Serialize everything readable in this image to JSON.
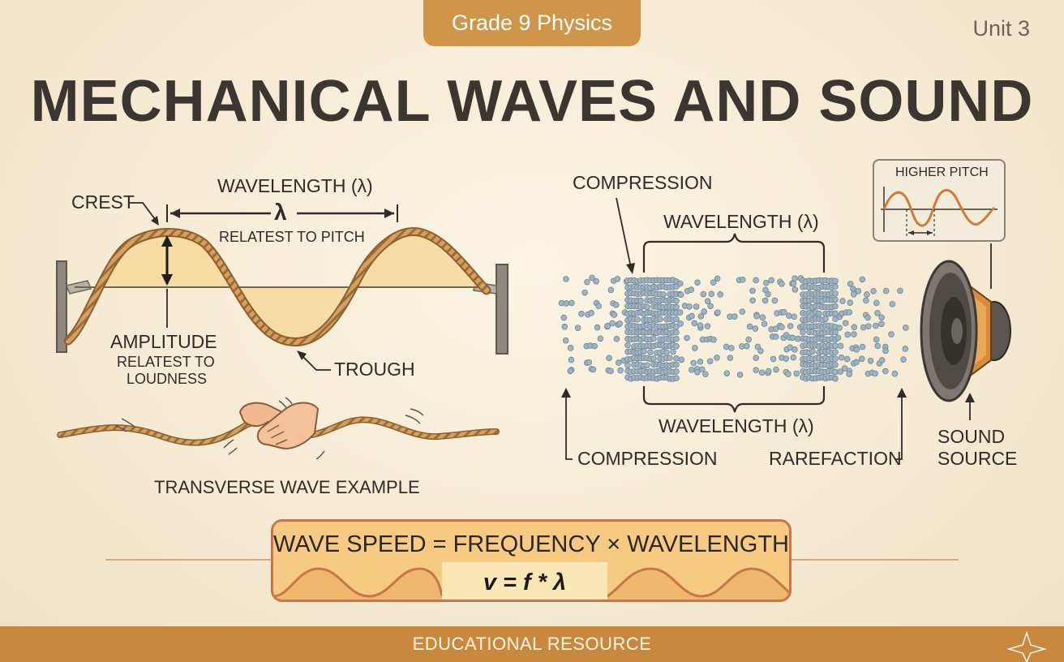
{
  "header": {
    "badge": "Grade 9 Physics",
    "unit": "Unit 3",
    "title": "MECHANICAL WAVES AND SOUND"
  },
  "transverse": {
    "crest": "CREST",
    "wavelength": "WAVELENGTH (λ)",
    "lambda": "λ",
    "pitch_note": "RELATEST TO PITCH",
    "amplitude": "AMPLITUDE",
    "loudness_note_1": "RELATEST TO",
    "loudness_note_2": "LOUDNESS",
    "trough": "TROUGH",
    "example": "TRANSVERSE WAVE EXAMPLE"
  },
  "longitudinal": {
    "compression_top": "COMPRESSION",
    "wavelength_top": "WAVELENGTH (λ)",
    "wavelength_bottom": "WAVELENGTH (λ)",
    "compression_bottom": "COMPRESSION",
    "rarefaction": "RAREFACTION",
    "higher_pitch": "HIGHER PITCH",
    "sound_source_1": "SOUND",
    "sound_source_2": "SOURCE"
  },
  "formula": {
    "words": "WAVE SPEED = FREQUENCY × WAVELENGTH",
    "symbols": "v = f * λ"
  },
  "footer": {
    "label": "EDUCATIONAL RESOURCE"
  },
  "colors": {
    "accent": "#cf9548",
    "rope": "#c9924e",
    "wave_fill": "#f6d89a",
    "particle": "#9fb4c2",
    "footer": "#c8893e",
    "pitch_wave": "#d07a3a"
  }
}
